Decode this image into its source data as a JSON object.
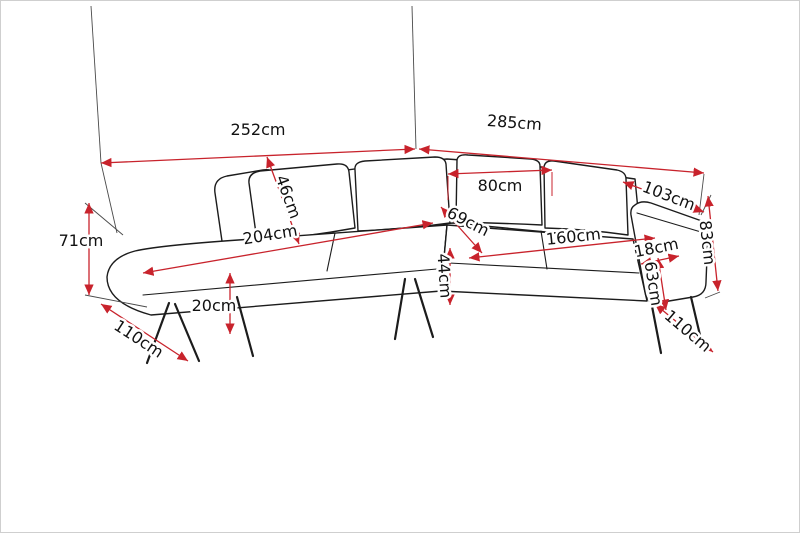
{
  "diagram": {
    "subject": "Corner sofa dimension drawing",
    "unit": "cm",
    "colors": {
      "dimension_line": "#c8232c",
      "outline": "#1c1c1c",
      "text": "#111111",
      "background": "#ffffff"
    },
    "labels": {
      "width_left": "252cm",
      "width_right": "285cm",
      "back_cushion_height": "46cm",
      "chaise_length": "204cm",
      "back_cushion_width": "80cm",
      "seat_depth": "69cm",
      "seat_width_right": "160cm",
      "armrest_width": "18cm",
      "backrest_diagonal": "103cm",
      "total_height": "83cm",
      "armrest_height": "63cm",
      "seat_height": "44cm",
      "left_end_height": "71cm",
      "leg_height": "20cm",
      "depth_left": "110cm",
      "depth_right": "110cm"
    }
  }
}
